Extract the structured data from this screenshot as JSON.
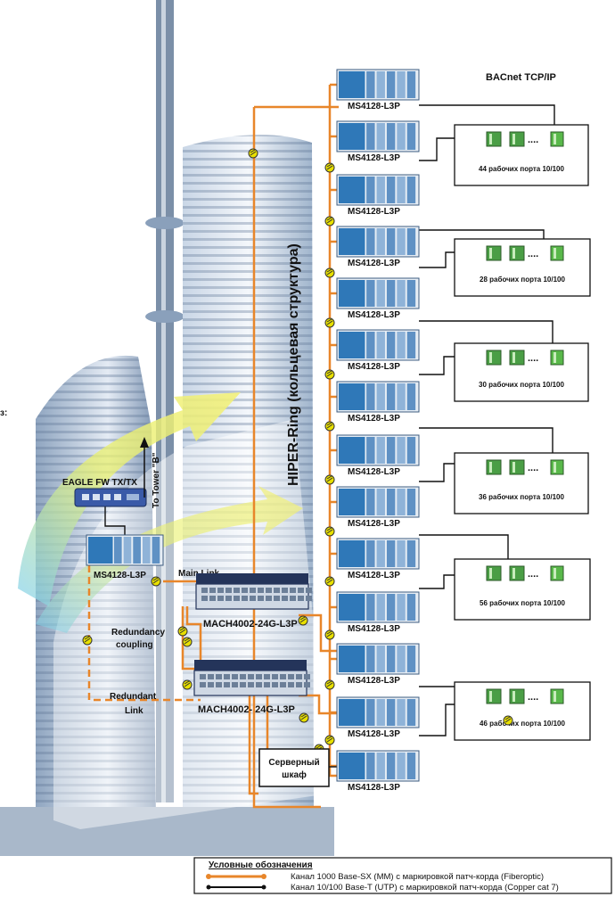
{
  "header": {
    "protocol_label": "BACnet TCP/IP"
  },
  "ring": {
    "label": "HIPER-Ring (кольцевая структура)"
  },
  "left_fragment": "з:",
  "firewall": {
    "label": "EAGLE FW TX/TX",
    "tower_link": "To Tower \"B\""
  },
  "left_switch": {
    "label": "MS4128-L3P"
  },
  "links": {
    "main": "Main Link",
    "redundancy_line1": "Redundancy",
    "redundancy_line2": "coupling",
    "redundant_line1": "Redundant",
    "redundant_line2": "Link"
  },
  "core_switches": [
    {
      "label": "MACH4002-24G-L3P"
    },
    {
      "label": "MACH4002- 24G-L3P"
    }
  ],
  "server_cabinet": {
    "line1": "Серверный",
    "line2": "шкаф"
  },
  "ring_switches": [
    {
      "label": "MS4128-L3P"
    },
    {
      "label": "MS4128-L3P"
    },
    {
      "label": "MS4128-L3P"
    },
    {
      "label": "MS4128-L3P"
    },
    {
      "label": "MS4128-L3P"
    },
    {
      "label": "MS4128-L3P"
    },
    {
      "label": "MS4128-L3P"
    },
    {
      "label": "MS4128-L3P"
    },
    {
      "label": "MS4128-L3P"
    },
    {
      "label": "MS4128-L3P"
    },
    {
      "label": "MS4128-L3P"
    },
    {
      "label": "MS4128-L3P"
    },
    {
      "label": "MS4128-L3P"
    },
    {
      "label": "MS4128-L3P"
    }
  ],
  "port_groups": [
    {
      "label": "44 рабочих порта 10/100"
    },
    {
      "label": "28 рабочих порта 10/100"
    },
    {
      "label": "30 рабочих порта 10/100"
    },
    {
      "label": "36 рабочих порта 10/100"
    },
    {
      "label": "56 рабочих порта 10/100"
    },
    {
      "label": "46 рабочих порта 10/100"
    }
  ],
  "ellipsis": "....",
  "legend": {
    "title": "Условные обозначения",
    "items": [
      {
        "text": "Канал 1000 Base-SX (MM) с маркировкой патч-корда (Fiberoptic)",
        "color": "#e8862a"
      },
      {
        "text": "Канал 10/100 Base-T (UTP) с маркировкой патч-корда (Copper cat 7)",
        "color": "#111111"
      }
    ]
  },
  "colors": {
    "fiber": "#e8862a",
    "copper": "#111111",
    "switch": "#2f78b8",
    "marker": "#e8e000"
  }
}
